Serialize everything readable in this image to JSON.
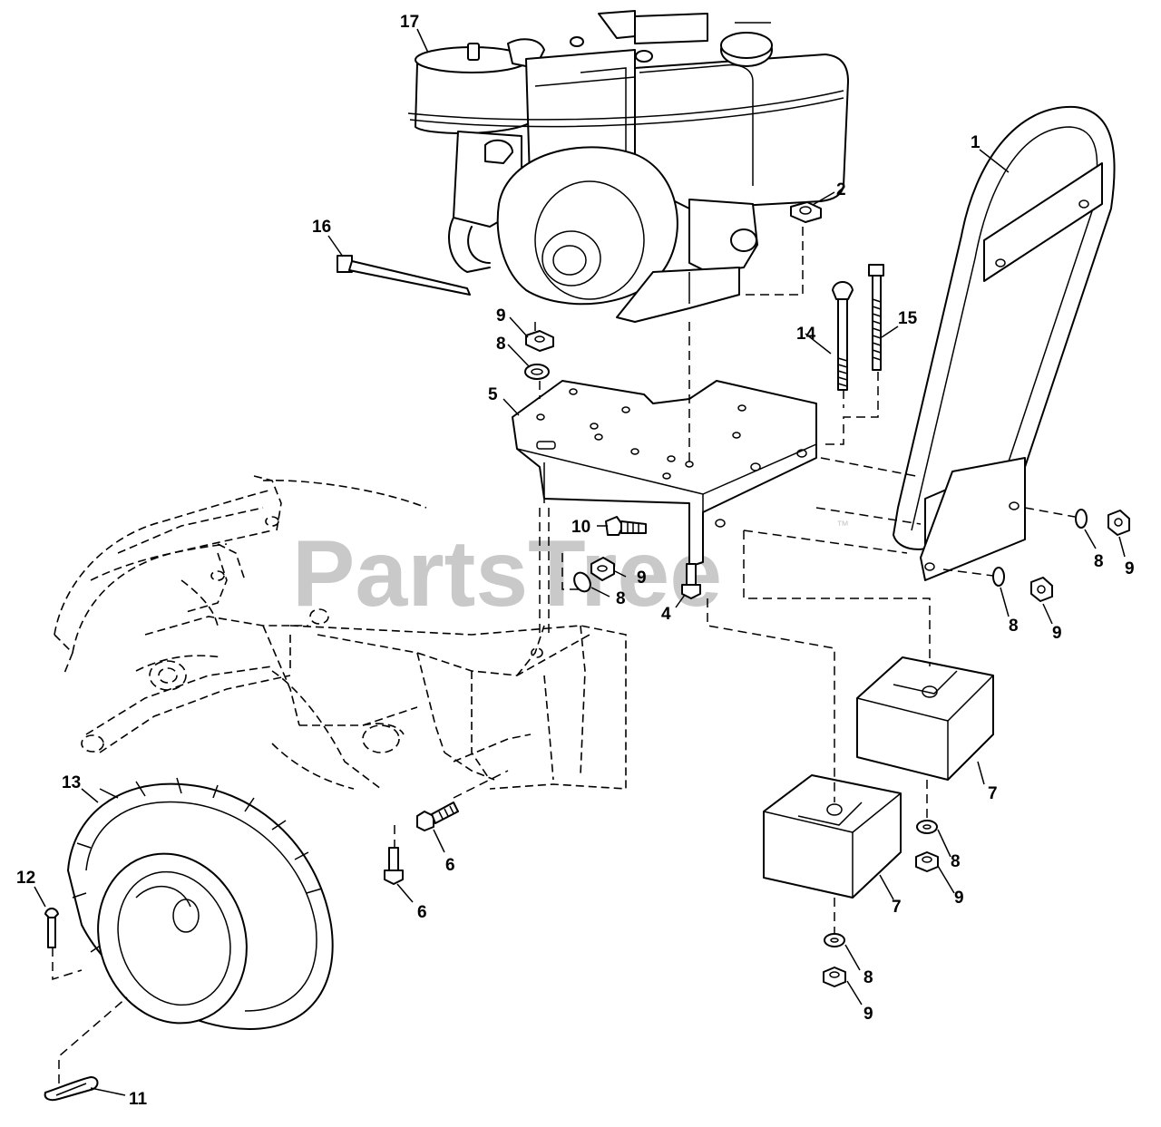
{
  "watermark": {
    "brand": "PartsTree",
    "tm": "™"
  },
  "callouts": [
    {
      "id": "c1",
      "text": "1"
    },
    {
      "id": "c2",
      "text": "2"
    },
    {
      "id": "c4",
      "text": "4"
    },
    {
      "id": "c5",
      "text": "5"
    },
    {
      "id": "c6a",
      "text": "6"
    },
    {
      "id": "c6b",
      "text": "6"
    },
    {
      "id": "c7a",
      "text": "7"
    },
    {
      "id": "c7b",
      "text": "7"
    },
    {
      "id": "c8a",
      "text": "8"
    },
    {
      "id": "c8b",
      "text": "8"
    },
    {
      "id": "c8c",
      "text": "8"
    },
    {
      "id": "c8d",
      "text": "8"
    },
    {
      "id": "c8e",
      "text": "8"
    },
    {
      "id": "c8f",
      "text": "8"
    },
    {
      "id": "c9a",
      "text": "9"
    },
    {
      "id": "c9b",
      "text": "9"
    },
    {
      "id": "c9c",
      "text": "9"
    },
    {
      "id": "c9d",
      "text": "9"
    },
    {
      "id": "c9e",
      "text": "9"
    },
    {
      "id": "c9f",
      "text": "9"
    },
    {
      "id": "c10",
      "text": "10"
    },
    {
      "id": "c11",
      "text": "11"
    },
    {
      "id": "c12",
      "text": "12"
    },
    {
      "id": "c13",
      "text": "13"
    },
    {
      "id": "c14",
      "text": "14"
    },
    {
      "id": "c15",
      "text": "15"
    },
    {
      "id": "c16",
      "text": "16"
    },
    {
      "id": "c17",
      "text": "17"
    }
  ]
}
